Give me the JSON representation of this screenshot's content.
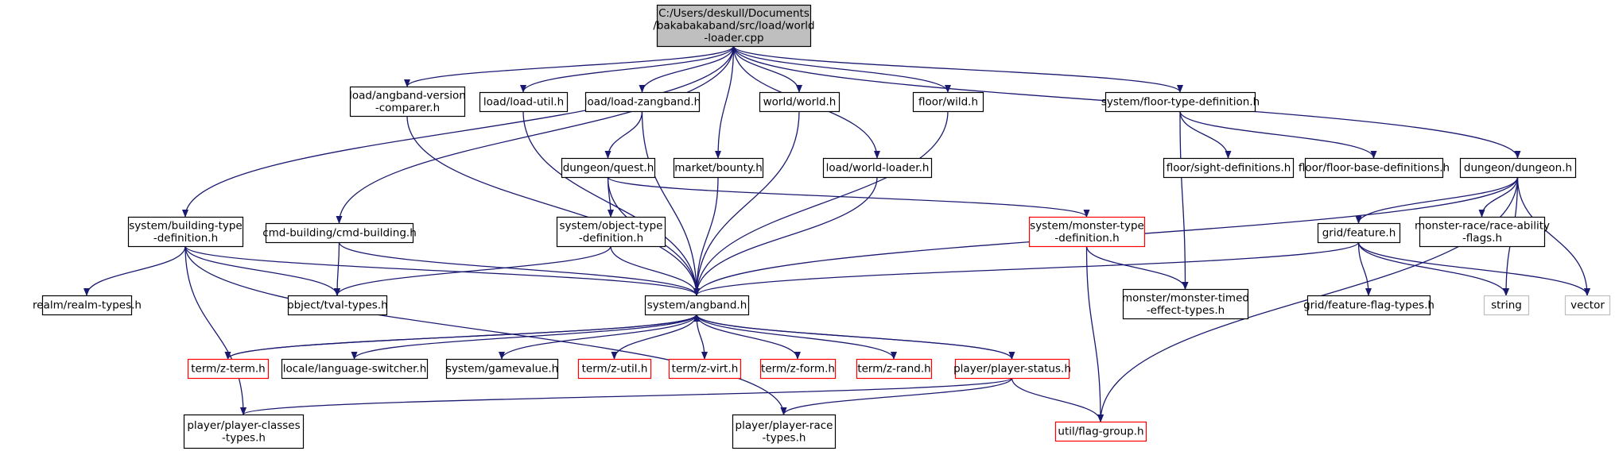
{
  "colors": {
    "edge": "#191970",
    "node_border": "#000000",
    "node_border_missing": "#ff0000",
    "node_border_external": "#bfbfbf",
    "root_fill": "#bfbfbf",
    "node_fill": "#ffffff"
  },
  "nodes": [
    {
      "id": "root",
      "lines": [
        "C:/Users/deskull/Documents",
        "/bakabakaband/src/load/world",
        "-loader.cpp"
      ],
      "kind": "root"
    },
    {
      "id": "building-type",
      "lines": [
        "system/building-type",
        "-definition.h"
      ],
      "kind": "normal"
    },
    {
      "id": "cmd-building",
      "lines": [
        "cmd-building/cmd-building.h"
      ],
      "kind": "normal"
    },
    {
      "id": "angband-version",
      "lines": [
        "load/angband-version",
        "-comparer.h"
      ],
      "kind": "normal"
    },
    {
      "id": "load-util",
      "lines": [
        "load/load-util.h"
      ],
      "kind": "normal"
    },
    {
      "id": "load-zangband",
      "lines": [
        "load/load-zangband.h"
      ],
      "kind": "normal"
    },
    {
      "id": "market-bounty",
      "lines": [
        "market/bounty.h"
      ],
      "kind": "normal"
    },
    {
      "id": "world-world",
      "lines": [
        "world/world.h"
      ],
      "kind": "normal"
    },
    {
      "id": "load-world-loader",
      "lines": [
        "load/world-loader.h"
      ],
      "kind": "normal"
    },
    {
      "id": "floor-wild",
      "lines": [
        "floor/wild.h"
      ],
      "kind": "normal"
    },
    {
      "id": "floor-type-def",
      "lines": [
        "system/floor-type-definition.h"
      ],
      "kind": "normal"
    },
    {
      "id": "dungeon-dungeon",
      "lines": [
        "dungeon/dungeon.h"
      ],
      "kind": "normal"
    },
    {
      "id": "dungeon-quest",
      "lines": [
        "dungeon/quest.h"
      ],
      "kind": "normal"
    },
    {
      "id": "floor-sight",
      "lines": [
        "floor/sight-definitions.h"
      ],
      "kind": "normal"
    },
    {
      "id": "floor-base",
      "lines": [
        "floor/floor-base-definitions.h"
      ],
      "kind": "normal"
    },
    {
      "id": "object-type-def",
      "lines": [
        "system/object-type",
        "-definition.h"
      ],
      "kind": "normal"
    },
    {
      "id": "monster-type-def",
      "lines": [
        "system/monster-type",
        "-definition.h"
      ],
      "kind": "missing"
    },
    {
      "id": "grid-feature",
      "lines": [
        "grid/feature.h"
      ],
      "kind": "normal"
    },
    {
      "id": "race-ability",
      "lines": [
        "monster-race/race-ability",
        "-flags.h"
      ],
      "kind": "normal"
    },
    {
      "id": "realm-types",
      "lines": [
        "realm/realm-types.h"
      ],
      "kind": "normal"
    },
    {
      "id": "tval-types",
      "lines": [
        "object/tval-types.h"
      ],
      "kind": "normal"
    },
    {
      "id": "system-angband",
      "lines": [
        "system/angband.h"
      ],
      "kind": "normal"
    },
    {
      "id": "monster-timed",
      "lines": [
        "monster/monster-timed",
        "-effect-types.h"
      ],
      "kind": "normal"
    },
    {
      "id": "feature-flag-types",
      "lines": [
        "grid/feature-flag-types.h"
      ],
      "kind": "normal"
    },
    {
      "id": "string",
      "lines": [
        "string"
      ],
      "kind": "external"
    },
    {
      "id": "vector",
      "lines": [
        "vector"
      ],
      "kind": "external"
    },
    {
      "id": "z-term",
      "lines": [
        "term/z-term.h"
      ],
      "kind": "missing"
    },
    {
      "id": "language-switcher",
      "lines": [
        "locale/language-switcher.h"
      ],
      "kind": "normal"
    },
    {
      "id": "gamevalue",
      "lines": [
        "system/gamevalue.h"
      ],
      "kind": "normal"
    },
    {
      "id": "z-util",
      "lines": [
        "term/z-util.h"
      ],
      "kind": "missing"
    },
    {
      "id": "z-virt",
      "lines": [
        "term/z-virt.h"
      ],
      "kind": "missing"
    },
    {
      "id": "z-form",
      "lines": [
        "term/z-form.h"
      ],
      "kind": "missing"
    },
    {
      "id": "z-rand",
      "lines": [
        "term/z-rand.h"
      ],
      "kind": "missing"
    },
    {
      "id": "player-status",
      "lines": [
        "player/player-status.h"
      ],
      "kind": "missing"
    },
    {
      "id": "player-classes",
      "lines": [
        "player/player-classes",
        "-types.h"
      ],
      "kind": "normal"
    },
    {
      "id": "player-race",
      "lines": [
        "player/player-race",
        "-types.h"
      ],
      "kind": "normal"
    },
    {
      "id": "flag-group",
      "lines": [
        "util/flag-group.h"
      ],
      "kind": "missing"
    }
  ],
  "edges": [
    [
      "root",
      "building-type"
    ],
    [
      "root",
      "cmd-building"
    ],
    [
      "root",
      "angband-version"
    ],
    [
      "root",
      "load-util"
    ],
    [
      "root",
      "load-zangband"
    ],
    [
      "root",
      "market-bounty"
    ],
    [
      "root",
      "world-world"
    ],
    [
      "root",
      "load-world-loader"
    ],
    [
      "root",
      "floor-wild"
    ],
    [
      "root",
      "floor-type-def"
    ],
    [
      "root",
      "dungeon-dungeon"
    ],
    [
      "building-type",
      "realm-types"
    ],
    [
      "building-type",
      "tval-types"
    ],
    [
      "building-type",
      "system-angband"
    ],
    [
      "building-type",
      "player-classes"
    ],
    [
      "building-type",
      "player-race"
    ],
    [
      "cmd-building",
      "tval-types"
    ],
    [
      "cmd-building",
      "system-angband"
    ],
    [
      "angband-version",
      "system-angband"
    ],
    [
      "load-util",
      "system-angband"
    ],
    [
      "load-zangband",
      "dungeon-quest"
    ],
    [
      "load-zangband",
      "system-angband"
    ],
    [
      "dungeon-quest",
      "object-type-def"
    ],
    [
      "dungeon-quest",
      "system-angband"
    ],
    [
      "dungeon-quest",
      "monster-type-def"
    ],
    [
      "object-type-def",
      "tval-types"
    ],
    [
      "object-type-def",
      "system-angband"
    ],
    [
      "market-bounty",
      "system-angband"
    ],
    [
      "world-world",
      "system-angband"
    ],
    [
      "load-world-loader",
      "system-angband"
    ],
    [
      "floor-wild",
      "system-angband"
    ],
    [
      "floor-type-def",
      "floor-sight"
    ],
    [
      "floor-type-def",
      "floor-base"
    ],
    [
      "floor-type-def",
      "monster-timed"
    ],
    [
      "dungeon-dungeon",
      "system-angband"
    ],
    [
      "dungeon-dungeon",
      "grid-feature"
    ],
    [
      "dungeon-dungeon",
      "race-ability"
    ],
    [
      "dungeon-dungeon",
      "string"
    ],
    [
      "dungeon-dungeon",
      "vector"
    ],
    [
      "dungeon-dungeon",
      "flag-group"
    ],
    [
      "monster-type-def",
      "monster-timed"
    ],
    [
      "monster-type-def",
      "flag-group"
    ],
    [
      "grid-feature",
      "system-angband"
    ],
    [
      "grid-feature",
      "feature-flag-types"
    ],
    [
      "grid-feature",
      "string"
    ],
    [
      "grid-feature",
      "vector"
    ],
    [
      "system-angband",
      "z-term"
    ],
    [
      "system-angband",
      "language-switcher"
    ],
    [
      "system-angband",
      "gamevalue"
    ],
    [
      "system-angband",
      "z-util"
    ],
    [
      "system-angband",
      "z-virt"
    ],
    [
      "system-angband",
      "z-form"
    ],
    [
      "system-angband",
      "z-rand"
    ],
    [
      "system-angband",
      "player-status"
    ],
    [
      "z-term",
      "system-angband"
    ],
    [
      "player-status",
      "system-angband"
    ],
    [
      "player-status",
      "player-classes"
    ],
    [
      "player-status",
      "player-race"
    ],
    [
      "player-status",
      "flag-group"
    ]
  ]
}
